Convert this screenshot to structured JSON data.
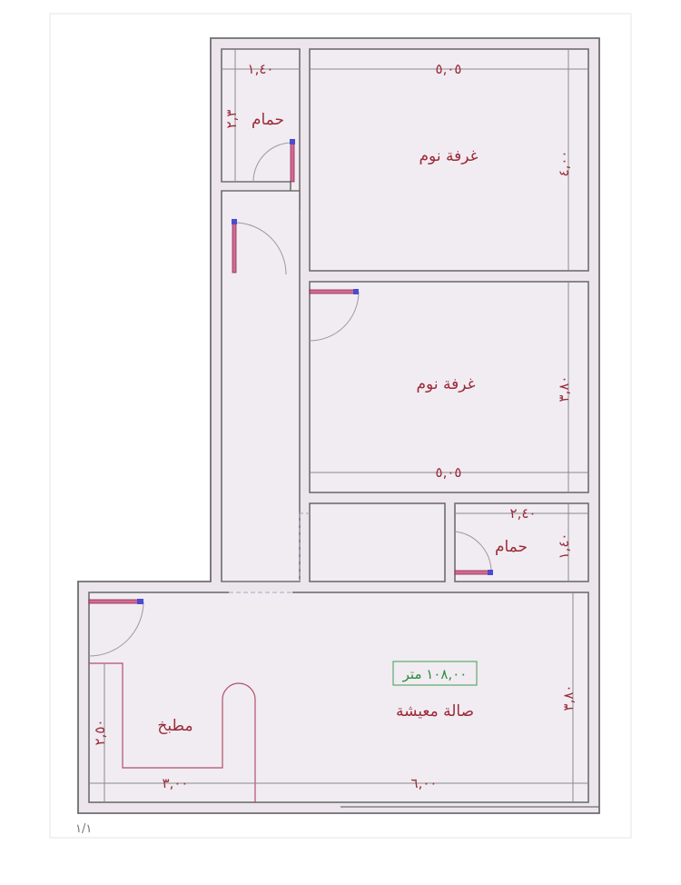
{
  "rooms": {
    "bath1": {
      "label": "حمام",
      "width": "١,٤٠",
      "height": "٢,٣"
    },
    "bedroom1": {
      "label": "غرفة نوم",
      "width": "٥,٠٥",
      "height": "٤,٠٠"
    },
    "bedroom2": {
      "label": "غرفة نوم",
      "width": "٥,٠٥",
      "height": "٣,٨٠"
    },
    "bath2": {
      "label": "حمام",
      "width": "٢,٤٠",
      "height": "١,٤٠"
    },
    "kitchen": {
      "label": "مطبخ",
      "width": "٣,٠٠",
      "height": "٢,٥٠"
    },
    "living": {
      "label": "صالة معيشة",
      "width": "٦,٠٠",
      "height": "٣,٨٠"
    }
  },
  "total_area": "١٠٨,٠٠ متر",
  "page_number": "١/١",
  "colors": {
    "label": "#9b2a3a",
    "area": "#2e8b3e",
    "fill": "#f1ecf1",
    "wall": "#6e6e6e"
  }
}
